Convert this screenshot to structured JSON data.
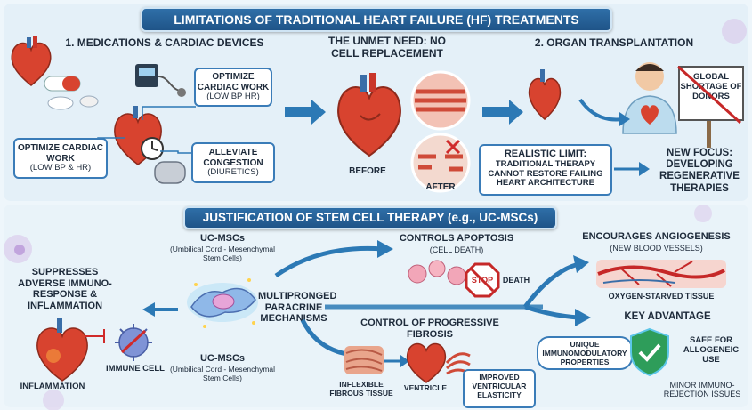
{
  "top": {
    "title": "LIMITATIONS OF TRADITIONAL HEART FAILURE (HF) TREATMENTS",
    "section1": "1. MEDICATIONS & CARDIAC DEVICES",
    "optimize_left": {
      "title": "OPTIMIZE CARDIAC WORK",
      "sub": "(LOW BP & HR)"
    },
    "optimize_top": {
      "title": "OPTIMIZE CARDIAC WORK",
      "sub": "(LOW BP HR)"
    },
    "alleviate": {
      "title": "ALLEVIATE CONGESTION",
      "sub": "(DIURETICS)"
    },
    "unmet_need": "THE UNMET NEED: NO CELL REPLACEMENT",
    "before": "BEFORE",
    "after": "AFTER",
    "section2": "2. ORGAN TRANSPLANTATION",
    "shortage": "GLOBAL SHORTAGE OF DONORS",
    "realistic_limit": {
      "title": "REALISTIC LIMIT:",
      "body": "TRADITIONAL THERAPY CANNOT RESTORE FAILING HEART ARCHITECTURE"
    },
    "new_focus": "NEW FOCUS: DEVELOPING REGENERATIVE THERAPIES"
  },
  "bottom": {
    "title": "JUSTIFICATION OF STEM CELL THERAPY (e.g., UC-MSCs)",
    "ucmsc_top": {
      "title": "UC-MSCs",
      "sub": "(Umbilical Cord - Mesenchymal Stem Cells)"
    },
    "ucmsc_bottom": {
      "title": "UC-MSCs",
      "sub": "(Umbilical Cord - Mesenchymal Stem Cells)"
    },
    "suppresses": "SUPPRESSES ADVERSE IMMUNO-RESPONSE & INFLAMMATION",
    "inflammation": "INFLAMMATION",
    "immune_cell": "IMMUNE CELL",
    "multipronged": "MULTIPRONGED PARACRINE MECHANISMS",
    "apoptosis": {
      "title": "CONTROLS APOPTOSIS",
      "sub": "(CELL DEATH)"
    },
    "stop": "STOP",
    "death": "DEATH",
    "fibrosis": "CONTROL OF PROGRESSIVE FIBROSIS",
    "inflexible": "INFLEXIBLE FIBROUS TISSUE",
    "ventricle": "VENTRICLE",
    "elasticity": "IMPROVED VENTRICULAR ELASTICITY",
    "angiogenesis": {
      "title": "ENCOURAGES ANGIOGENESIS",
      "sub": "(NEW BLOOD VESSELS)"
    },
    "oxygen": "OXYGEN-STARVED TISSUE",
    "key_advantage": "KEY ADVANTAGE",
    "unique": "UNIQUE IMMUNOMODULATORY PROPERTIES",
    "safe": "SAFE FOR ALLOGENEIC USE",
    "minor": "MINOR IMMUNO-REJECTION ISSUES"
  },
  "colors": {
    "banner": "#1f5488",
    "arrow": "#2c79b5",
    "heart": "#d8432f",
    "accent_green": "#2e9d5a"
  }
}
